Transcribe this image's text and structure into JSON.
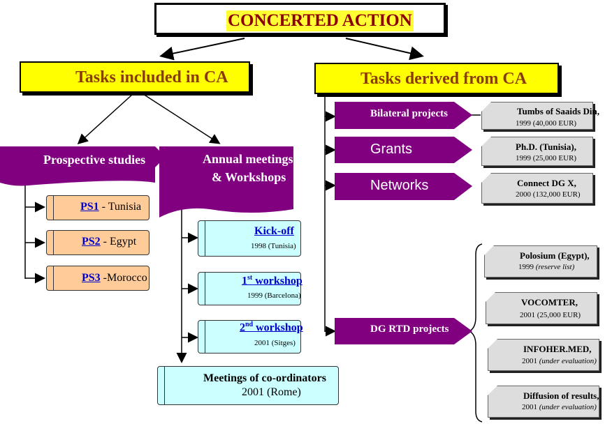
{
  "title": "CONCERTED ACTION",
  "left_header": "Tasks included in CA",
  "right_header": "Tasks derived from CA",
  "prospective": "Prospective studies",
  "annual_line1": "Annual meetings",
  "annual_line2": "& Workshops",
  "ps": [
    {
      "link": "PS1",
      "rest": " - Tunisia"
    },
    {
      "link": "PS2",
      "rest": " - Egypt"
    },
    {
      "link": "PS3",
      "rest": " -Morocco"
    }
  ],
  "workshops": [
    {
      "title": "Kick-off",
      "sup": "",
      "title_rest": "",
      "sub": "1998 (Tunisia)"
    },
    {
      "title": "1",
      "sup": "st",
      "title_rest": " workshop",
      "sub": "1999 (Barcelona)"
    },
    {
      "title": "2",
      "sup": "nd",
      "title_rest": " workshop",
      "sub": "2001 (Sitges)"
    }
  ],
  "meetings": {
    "title": "Meetings of co-ordinators",
    "sub": "2001 (Rome)"
  },
  "derived": [
    {
      "label": "Bilateral projects"
    },
    {
      "label": "Grants"
    },
    {
      "label": "Networks"
    },
    {
      "label": "DG RTD projects"
    }
  ],
  "notes_top": [
    {
      "title": "Tumbs of Saaids Din,",
      "sub": "1999 (40,000 EUR)"
    },
    {
      "title": "Ph.D. (Tunisia),",
      "sub": "1999 (25,000 EUR)"
    },
    {
      "title": "Connect DG X,",
      "sub": "2000 (132,000 EUR)"
    }
  ],
  "notes_rtd": [
    {
      "title": "Polosium (Egypt),",
      "sub_a": "1999 ",
      "sub_b": "(reserve list)"
    },
    {
      "title": "VOCOMTER,",
      "sub_a": "2001 (25,000 EUR)",
      "sub_b": ""
    },
    {
      "title": "INFOHER.MED,",
      "sub_a": "2001 ",
      "sub_b": "(under evaluation)"
    },
    {
      "title": "Diffusion of results,",
      "sub_a": "2001 ",
      "sub_b": "(under evaluation)"
    }
  ],
  "colors": {
    "title_highlight": "#ffff33",
    "header_fill": "#ffff00",
    "header_text": "#8b3a0a",
    "banner": "#800080",
    "scroll_orange": "#ffcc99",
    "scroll_cyan": "#ccffff",
    "note_fill": "#dddddd",
    "link": "#0000cc"
  }
}
